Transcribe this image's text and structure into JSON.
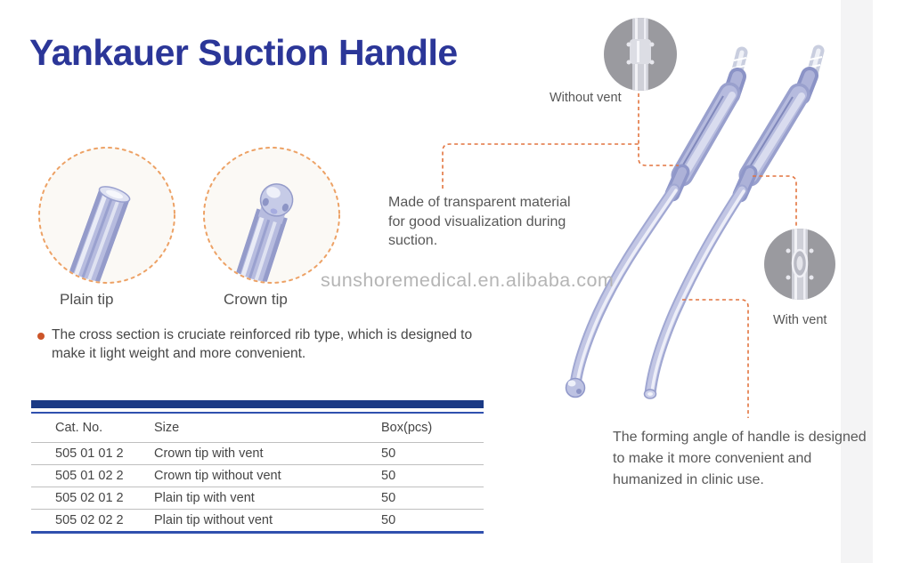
{
  "title": "Yankauer Suction Handle",
  "colors": {
    "title_blue": "#2b3698",
    "accent_orange_dashed": "#e2743f",
    "circle_dash_orange": "#eda266",
    "bullet_orange": "#cc5529",
    "table_bar_navy": "#1a3a85",
    "table_line_blue": "#3050ae",
    "tube_lavender": "#b6bbde",
    "watermark_gray": "#b5b5b5"
  },
  "tip_circles": [
    {
      "label": "Plain tip"
    },
    {
      "label": "Crown tip"
    }
  ],
  "feature_bullet": "The cross section is cruciate reinforced rib type, which is designed to make it light weight and more convenient.",
  "watermark": "sunshoremedical.en.alibaba.com",
  "callouts": {
    "without_vent": "Without vent",
    "with_vent": "With vent",
    "transparent_note": "Made of transparent material for good visualization during suction.",
    "forming_angle_note": "The forming angle of handle is designed to make it more convenient and humanized in clinic use."
  },
  "spec_table": {
    "headers": [
      "Cat. No.",
      "Size",
      "Box(pcs)"
    ],
    "rows": [
      [
        "505 01 01 2",
        "Crown tip with vent",
        "50"
      ],
      [
        "505 01 02 2",
        "Crown tip without vent",
        "50"
      ],
      [
        "505 02 01 2",
        "Plain tip with vent",
        "50"
      ],
      [
        "505 02 02 2",
        "Plain tip without vent",
        "50"
      ]
    ]
  }
}
